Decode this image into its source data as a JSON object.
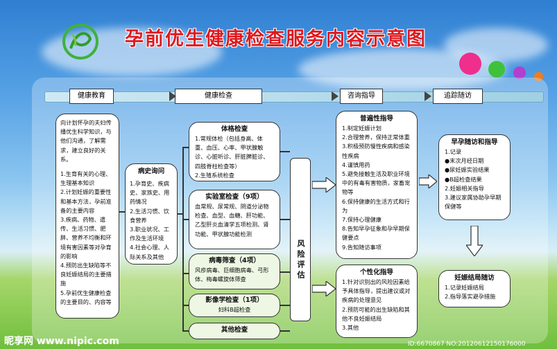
{
  "title": "孕前优生健康检查服务内容示意图",
  "headers": [
    "健康教育",
    "健康检查",
    "咨询指导",
    "追踪随访"
  ],
  "education": {
    "intro": "向计划怀孕的夫妇传播优生科学知识，与他们沟通，了解需求，建立良好的关系。",
    "items": [
      "1.生育有关的心理、生理基本知识",
      "2.计划妊娠的重要性和基本方法，孕前准备的主要内容",
      "3.疾病、药物、遗传、生活习惯、肥胖、营养不均衡和环境有害因素等对孕育的影响",
      "4.预防出生缺陷等不良妊娠结局的主要措施",
      "5.孕前优生健康检查的主要目的、内容等"
    ]
  },
  "history": {
    "heading": "病史询问",
    "items": [
      "1.孕育史、疾病史、家族史、用药情况",
      "2.生活习惯、饮食营养",
      "3.职业状况、工作及生活环境",
      "4.社会心理、人际关系及其他"
    ]
  },
  "physical": {
    "heading": "体格检查",
    "items": [
      "1.常规体检（包括身高、体重、血压、心率、甲状腺触诊、心脏听诊、肝脏脾脏诊、四肢脊柱检查等）",
      "2.生殖系统检查"
    ]
  },
  "lab": {
    "heading": "实验室检查（9项）",
    "text": "血常规、尿常规、阴道分泌物检查、血型、血糖、肝功能、乙型肝炎血清学五项检测、肾功能、甲状腺功能检测"
  },
  "virus": {
    "heading": "病毒筛查（4项）",
    "text": "风疹病毒、巨细胞病毒、弓形体、梅毒螺旋体筛查"
  },
  "imaging": {
    "heading": "影像学检查（1项）",
    "text": "妇科B超检查"
  },
  "other": {
    "heading": "其他检查"
  },
  "risk": "风险评估",
  "general": {
    "heading": "普遍性指导",
    "items": [
      "1.制定妊娠计划",
      "2.合理营养，保持正常体重",
      "3.积极预防慢性疾病和感染性疾病",
      "4.谨慎用药",
      "5.避免接触生活及职业环境中的有毒有害物质，家畜宠物等",
      "6.保持健康的生活方式和行为",
      "7.保持心理健康",
      "8.告知早孕征象和孕早期保健要点",
      "9.告知随访事项"
    ]
  },
  "personal": {
    "heading": "个性化指导",
    "items": [
      "1.针对识别出的风险因素给予具体指导，提出建议或对疾病的处理意见",
      "2.预防可能的出生缺陷和其他不良妊娠结局",
      "3.其他"
    ]
  },
  "followup": {
    "heading": "早孕随访和指导",
    "items": [
      "1.记录",
      "●末次月经日期",
      "●尿妊娠实验结果",
      "●B超检查结果",
      "2.妊娠相关指导",
      "3.建议家属协助孕早期保健等"
    ]
  },
  "outcome": {
    "heading": "妊娠结局随访",
    "items": [
      "1.记录妊娠结局",
      "2.指导落实避孕措施"
    ]
  },
  "watermark_left": "昵享网 www.nipic.com",
  "watermark_right": "ID:6670867 NO:20120612150176000",
  "colors": {
    "title": "#e0191f",
    "dot_pink": "#f02e8c",
    "dot_green": "#3fc23a",
    "dot_purple": "#b23fd0",
    "dot_orange": "#f07d1a"
  }
}
